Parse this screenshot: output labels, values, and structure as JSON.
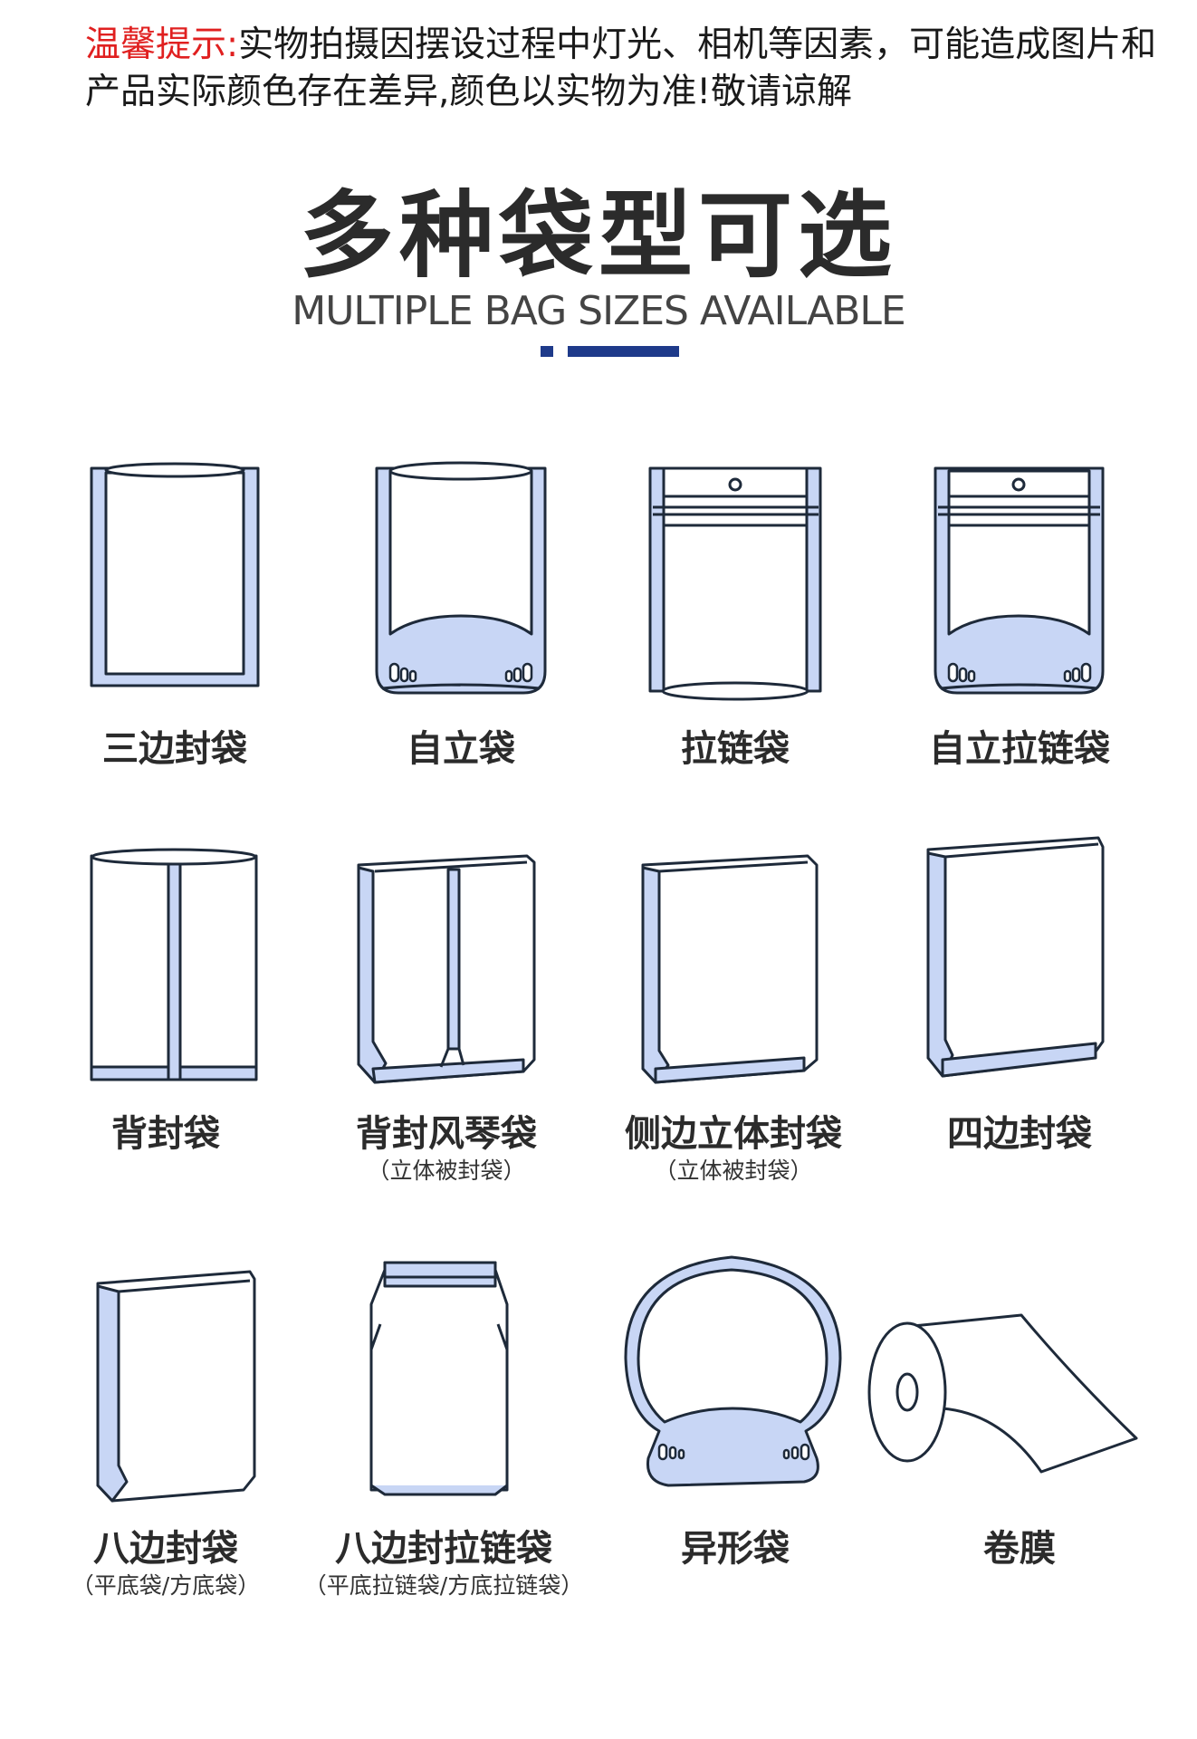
{
  "notice": {
    "highlight": "温馨提示:",
    "text": "实物拍摄因摆设过程中灯光、相机等因素，可能造成图片和产品实际颜色存在差异,颜色以实物为准!敬请谅解"
  },
  "heading": {
    "title_cn": "多种袋型可选",
    "title_en": "MULTIPLE BAG SIZES AVAILABLE"
  },
  "colors": {
    "accent_bar": "#1e3a8a",
    "seal_fill": "#c8d6f5",
    "outline": "#1e2a3a",
    "notice_highlight": "#e02020"
  },
  "bags": [
    {
      "name": "三边封袋",
      "note": ""
    },
    {
      "name": "自立袋",
      "note": ""
    },
    {
      "name": "拉链袋",
      "note": ""
    },
    {
      "name": "自立拉链袋",
      "note": ""
    },
    {
      "name": "背封袋",
      "note": ""
    },
    {
      "name": "背封风琴袋",
      "note": "（立体被封袋）"
    },
    {
      "name": "侧边立体封袋",
      "note": "（立体被封袋）"
    },
    {
      "name": "四边封袋",
      "note": ""
    },
    {
      "name": "八边封袋",
      "note": "（平底袋/方底袋）"
    },
    {
      "name": "八边封拉链袋",
      "note": "（平底拉链袋/方底拉链袋）"
    },
    {
      "name": "异形袋",
      "note": ""
    },
    {
      "name": "卷膜",
      "note": ""
    }
  ]
}
